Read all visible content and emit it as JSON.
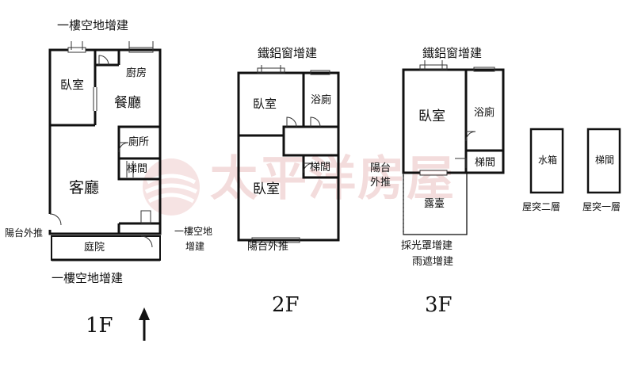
{
  "watermark": {
    "text": "太平洋房屋",
    "color": "#f3dcdc"
  },
  "floor1": {
    "label": "1F",
    "top_note": "一樓空地增建",
    "bottom_note": "一樓空地增建",
    "right_note_line1": "一樓空地",
    "right_note_line2": "增建",
    "left_note": "陽台外推",
    "rooms": {
      "bedroom": "臥室",
      "kitchen": "廚房",
      "dining": "餐廳",
      "toilet": "廁所",
      "stairs": "梯間",
      "living": "客廳",
      "courtyard": "庭院"
    }
  },
  "floor2": {
    "label": "2F",
    "top_note": "鐵鋁窗增建",
    "bottom_note": "陽台外推",
    "rooms": {
      "bedroom_top": "臥室",
      "bathroom": "浴廁",
      "stairs": "梯間",
      "bedroom_bottom": "臥室"
    }
  },
  "floor3": {
    "label": "3F",
    "top_note": "鐵鋁窗增建",
    "side_note_line1": "陽台",
    "side_note_line2": "外推",
    "bottom_note_line1": "採光罩增建",
    "bottom_note_line2": "雨遮增建",
    "rooms": {
      "bedroom": "臥室",
      "bathroom": "浴廁",
      "stairs": "梯間",
      "terrace": "露臺"
    }
  },
  "roof2": {
    "room": "水箱",
    "caption": "屋突二層"
  },
  "roof1": {
    "room": "梯間",
    "caption": "屋突一層"
  }
}
